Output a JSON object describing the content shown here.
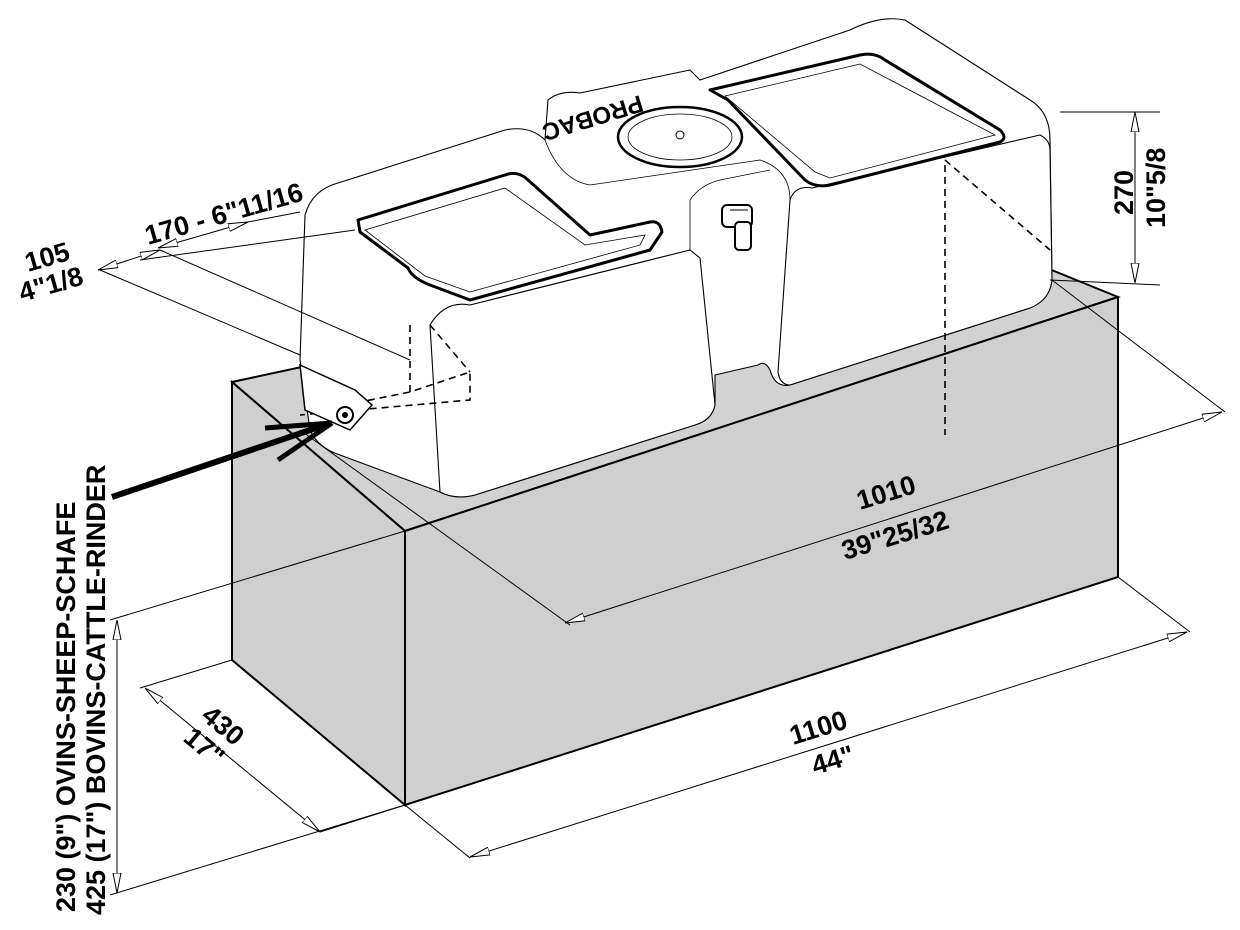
{
  "dimensions": {
    "top_depth_mm": "105",
    "top_depth_in": "4\"1/8",
    "bowl_width": "170 - 6\"11/16",
    "height_mm": "270",
    "height_in": "10\"5/8",
    "tank_length_mm": "1010",
    "tank_length_in": "39\"25/32",
    "base_length_mm": "1100",
    "base_length_in": "44\"",
    "base_depth_mm": "430",
    "base_depth_in": "17\"",
    "base_height_sheep": "230 (9\") OVINS-SHEEP-SCHAFE",
    "base_height_cattle": "425 (17\") BOVINS-CATTLE-RINDER"
  },
  "brand": "PROBAC"
}
